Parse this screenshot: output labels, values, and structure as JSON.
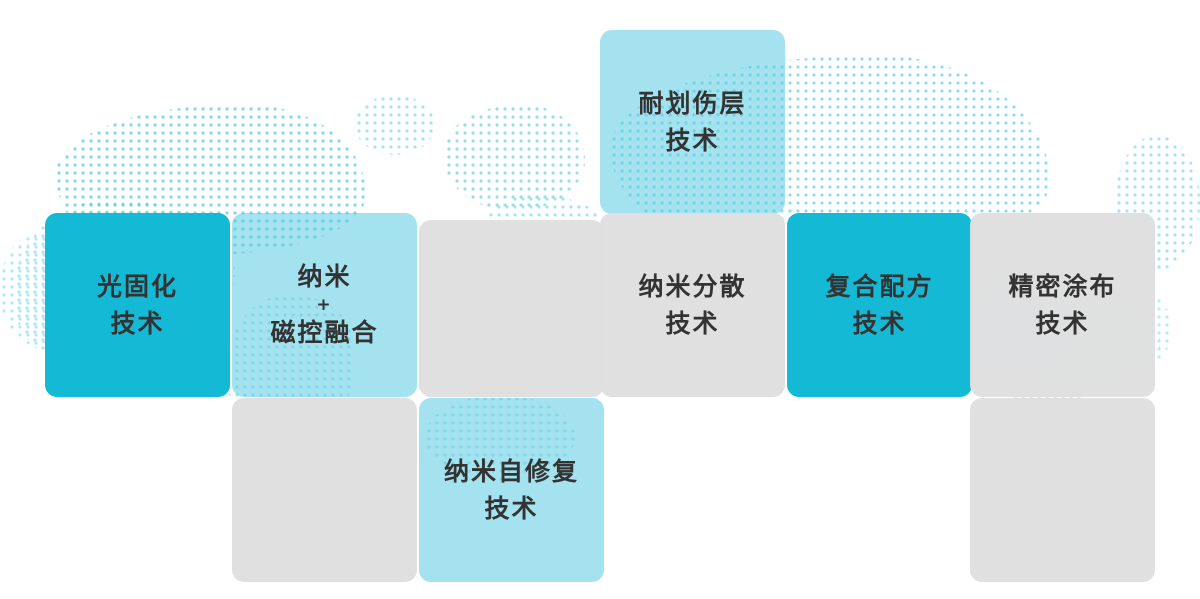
{
  "page": {
    "description": "Core technology capability tiles over a dotted world map background"
  },
  "colors": {
    "accent": "#14b9d5",
    "light_tile": "#a5e3ef",
    "gray_tile": "#e0e0e1",
    "text": "#333333",
    "map_dot": "#20bad7",
    "background": "#ffffff"
  },
  "boxes": [
    {
      "name": "scratch-resistant-layer",
      "variant": "light",
      "lines": [
        "耐划伤层",
        "技术"
      ]
    },
    {
      "name": "uv-curing",
      "variant": "accent",
      "lines": [
        "光固化",
        "技术"
      ]
    },
    {
      "name": "nano-magnetron-fusion",
      "variant": "light",
      "lines": [
        "纳米",
        "+",
        "磁控融合"
      ]
    },
    {
      "name": "placeholder-1",
      "variant": "gray",
      "lines": []
    },
    {
      "name": "nano-dispersion",
      "variant": "gray",
      "lines": [
        "纳米分散",
        "技术"
      ]
    },
    {
      "name": "composite-formula",
      "variant": "accent",
      "lines": [
        "复合配方",
        "技术"
      ]
    },
    {
      "name": "precision-coating",
      "variant": "gray",
      "lines": [
        "精密涂布",
        "技术"
      ]
    },
    {
      "name": "placeholder-2",
      "variant": "gray",
      "lines": []
    },
    {
      "name": "nano-self-repair",
      "variant": "light",
      "lines": [
        "纳米自修复",
        "技术"
      ]
    },
    {
      "name": "placeholder-3",
      "variant": "gray",
      "lines": []
    }
  ]
}
